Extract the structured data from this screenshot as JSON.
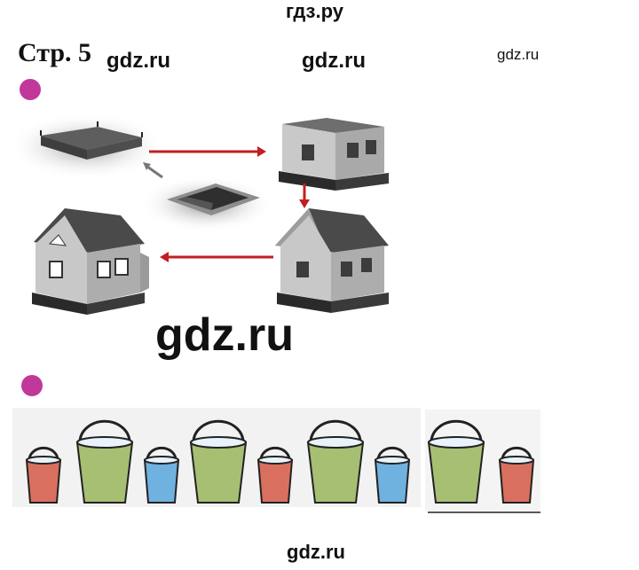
{
  "watermarks": {
    "top": "гдз.ру",
    "a": "gdz.ru",
    "b": "gdz.ru",
    "c": "gdz.ru",
    "big": "gdz.ru",
    "bottom": "gdz.ru"
  },
  "page_label": "Стр. 5",
  "colors": {
    "bullet": "#c0399a",
    "arrow": "#c0201f",
    "bucket_red": "#d9705f",
    "bucket_green": "#a6bf72",
    "bucket_blue": "#6fb1df"
  },
  "buckets_sequence": [
    "small-red",
    "large-green",
    "small-blue",
    "large-green",
    "small-red",
    "large-green",
    "small-blue",
    "large-green",
    "small-red"
  ]
}
